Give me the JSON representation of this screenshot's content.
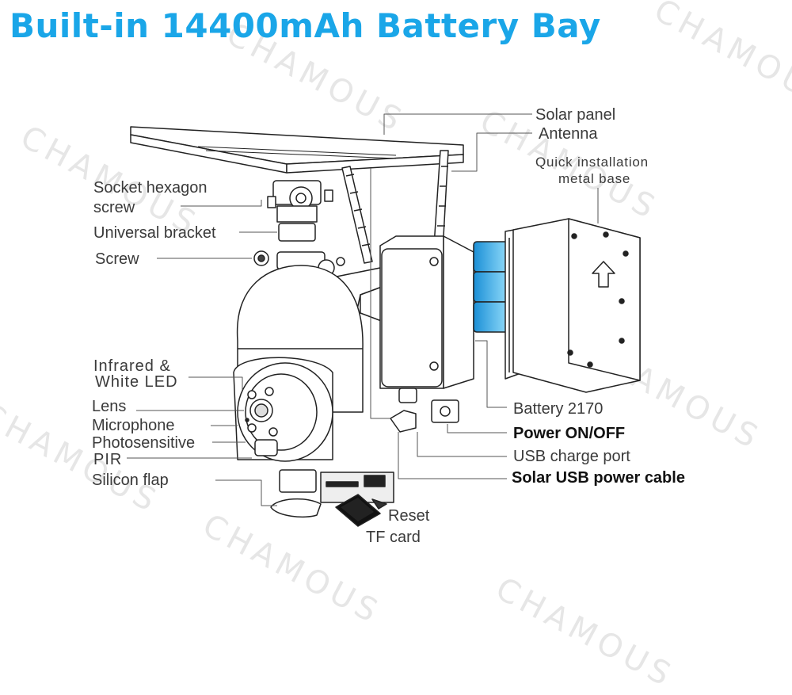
{
  "title": "Built-in 14400mAh Battery Bay",
  "watermark": "CHAMOUS",
  "labels": {
    "solar_panel": "Solar panel",
    "antenna": "Antenna",
    "quick_base_line1": "Quick installation",
    "quick_base_line2": "metal base",
    "socket_line1": "Socket hexagon",
    "socket_line2": "screw",
    "universal_bracket": "Universal bracket",
    "screw": "Screw",
    "infrared_line1": "Infrared &",
    "infrared_line2": "White LED",
    "lens": "Lens",
    "microphone": "Microphone",
    "photosensitive": "Photosensitive",
    "pir": "PIR",
    "silicon_flap": "Silicon flap",
    "battery": "Battery 2170",
    "power": "Power ON/OFF",
    "usb_port": "USB charge port",
    "solar_cable": "Solar USB power cable",
    "reset": "Reset",
    "tf_card": "TF card"
  },
  "colors": {
    "title": "#1aa6e8",
    "label": "#3a3a3a",
    "line": "#555555",
    "accent_cells": "#4fb3ea"
  },
  "icons": {
    "up_arrow": "UP"
  }
}
